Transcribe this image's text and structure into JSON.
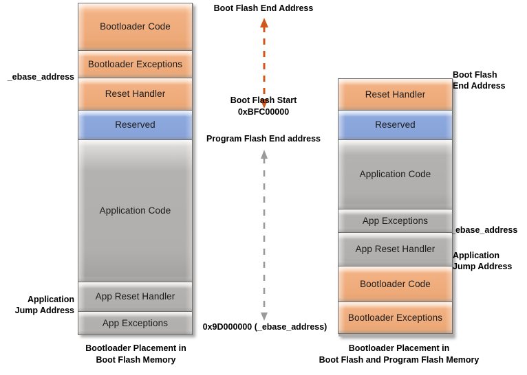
{
  "diagram": {
    "colors": {
      "orange": "#F2B183",
      "blue": "#8CA8DC",
      "gray": "#B4B2B0",
      "orange_arrow": "#D0561B",
      "gray_arrow": "#9A9A9A"
    }
  },
  "left_stack": {
    "caption": "Bootloader Placement in\nBoot Flash Memory",
    "blocks": [
      {
        "label": "Bootloader\nCode",
        "color": "orange"
      },
      {
        "label": "Bootloader\nExceptions",
        "color": "orange"
      },
      {
        "label": "Reset Handler",
        "color": "orange"
      },
      {
        "label": "Reserved",
        "color": "blue"
      },
      {
        "label": "Application Code",
        "color": "gray"
      },
      {
        "label": "App Reset  Handler",
        "color": "gray"
      },
      {
        "label": "App Exceptions",
        "color": "gray"
      }
    ],
    "annotations": {
      "ebase_address": "_ebase_address",
      "application_jump_address": "Application\nJump Address"
    }
  },
  "right_stack": {
    "caption": "Bootloader Placement in\nBoot Flash and Program Flash Memory",
    "blocks": [
      {
        "label": "Reset Handler",
        "color": "orange"
      },
      {
        "label": "Reserved",
        "color": "blue"
      },
      {
        "label": "Application Code",
        "color": "gray"
      },
      {
        "label": "App Exceptions",
        "color": "gray"
      },
      {
        "label": "App Reset  Handler",
        "color": "gray"
      },
      {
        "label": "Bootloader  Code",
        "color": "orange"
      },
      {
        "label": "Bootloader\nExceptions",
        "color": "orange"
      }
    ],
    "annotations": {
      "boot_flash_end_address": "Boot Flash\nEnd Address",
      "ebase_address": "_ebase_address",
      "application_jump_address": "Application\nJump Address"
    }
  },
  "center": {
    "boot_flash_end_address": "Boot Flash End Address",
    "boot_flash_start": "Boot Flash Start\n0xBFC00000",
    "program_flash_end_address": "Program Flash End address",
    "program_flash_start": "0x9D000000 (_ebase_address)"
  }
}
